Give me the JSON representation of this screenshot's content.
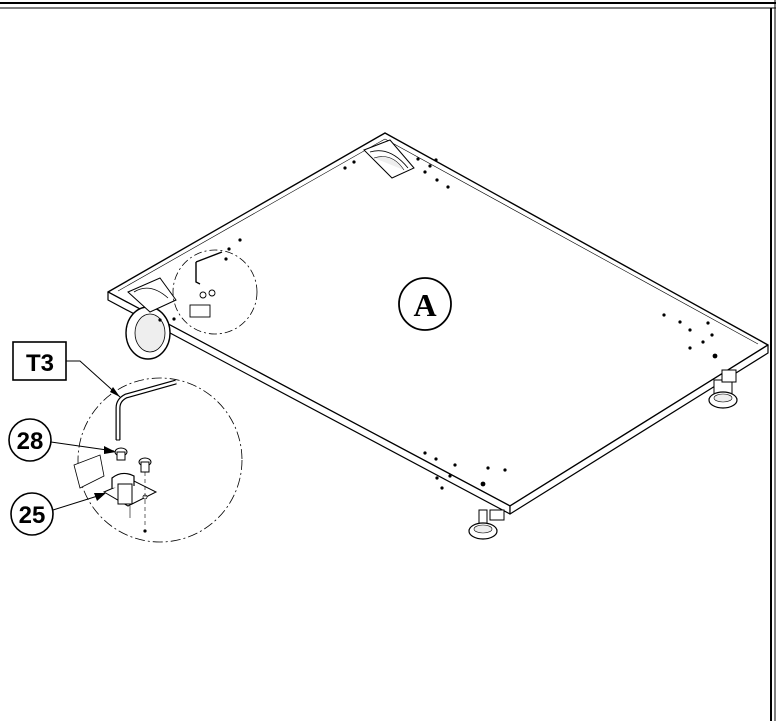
{
  "diagram": {
    "assembly_label": "A",
    "tool_label": "T3",
    "parts": [
      {
        "number": "28"
      },
      {
        "number": "25"
      }
    ]
  },
  "colors": {
    "line": "#000000",
    "background": "#ffffff",
    "shade": "#d9d9d9"
  }
}
